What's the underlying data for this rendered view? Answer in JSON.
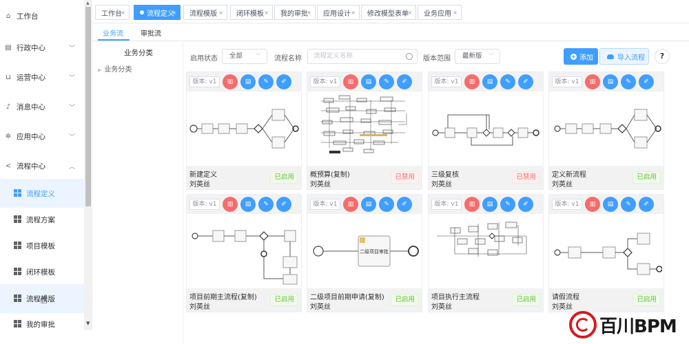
{
  "sidebar": {
    "groups": [
      {
        "label": "工作台",
        "icon": "home-icon"
      },
      {
        "label": "行政中心",
        "icon": "building-icon"
      },
      {
        "label": "运营中心",
        "icon": "cart-icon"
      },
      {
        "label": "消息中心",
        "icon": "bell-icon"
      },
      {
        "label": "应用中心",
        "icon": "gear-icon"
      },
      {
        "label": "流程中心",
        "icon": "share-icon"
      }
    ],
    "subitems": [
      {
        "label": "流程定义"
      },
      {
        "label": "流程方案"
      },
      {
        "label": "项目模板"
      },
      {
        "label": "闭环模板"
      },
      {
        "label": "流程模版"
      },
      {
        "label": "我的审批"
      }
    ]
  },
  "tabs": [
    "工作台",
    "流程定义",
    "流程模版",
    "闭环模板",
    "我的审批",
    "应用设计",
    "修改模型表单",
    "业务应用"
  ],
  "subtabs": [
    "业务流",
    "审批流"
  ],
  "tree": {
    "title": "业务分类",
    "node": "业务分类"
  },
  "filters": {
    "status_label": "启用状态",
    "status_value": "全部",
    "name_label": "流程名称",
    "name_placeholder": "流程定义名称",
    "version_label": "版本范围",
    "version_value": "最新版"
  },
  "actions": {
    "add": "添加",
    "import": "导入流程",
    "help": "?"
  },
  "cards": [
    {
      "version": "版本: v1",
      "name": "新建定义",
      "author": "刘英丝",
      "status": "已启用",
      "enabled": true
    },
    {
      "version": "版本: v1",
      "name": "概预算(复制)",
      "author": "刘英丝",
      "status": "已禁用",
      "enabled": false
    },
    {
      "version": "版本: v1",
      "name": "三级复核",
      "author": "刘英丝",
      "status": "已禁用",
      "enabled": false
    },
    {
      "version": "版本: v1",
      "name": "定义新流程",
      "author": "刘英丝",
      "status": "已启用",
      "enabled": true
    },
    {
      "version": "版本: v1",
      "name": "项目前期主流程(复制)",
      "author": "刘英丝",
      "status": "已启用",
      "enabled": true
    },
    {
      "version": "版本: v1",
      "name": "二级项目前期申请(复制)",
      "author": "刘英丝",
      "status": "已启用",
      "enabled": true
    },
    {
      "version": "版本: v1",
      "name": "项目执行主流程",
      "author": "刘英丝",
      "status": "已启用",
      "enabled": true
    },
    {
      "version": "版本: v1",
      "name": "请假流程",
      "author": "刘英丝",
      "status": "已启用",
      "enabled": true
    }
  ],
  "diagram_texts": {
    "node_label": "二级项目审批"
  },
  "logo_text": "百川BPM",
  "colors": {
    "primary": "#409eff",
    "danger": "#f56c6c",
    "success": "#67c23a"
  }
}
